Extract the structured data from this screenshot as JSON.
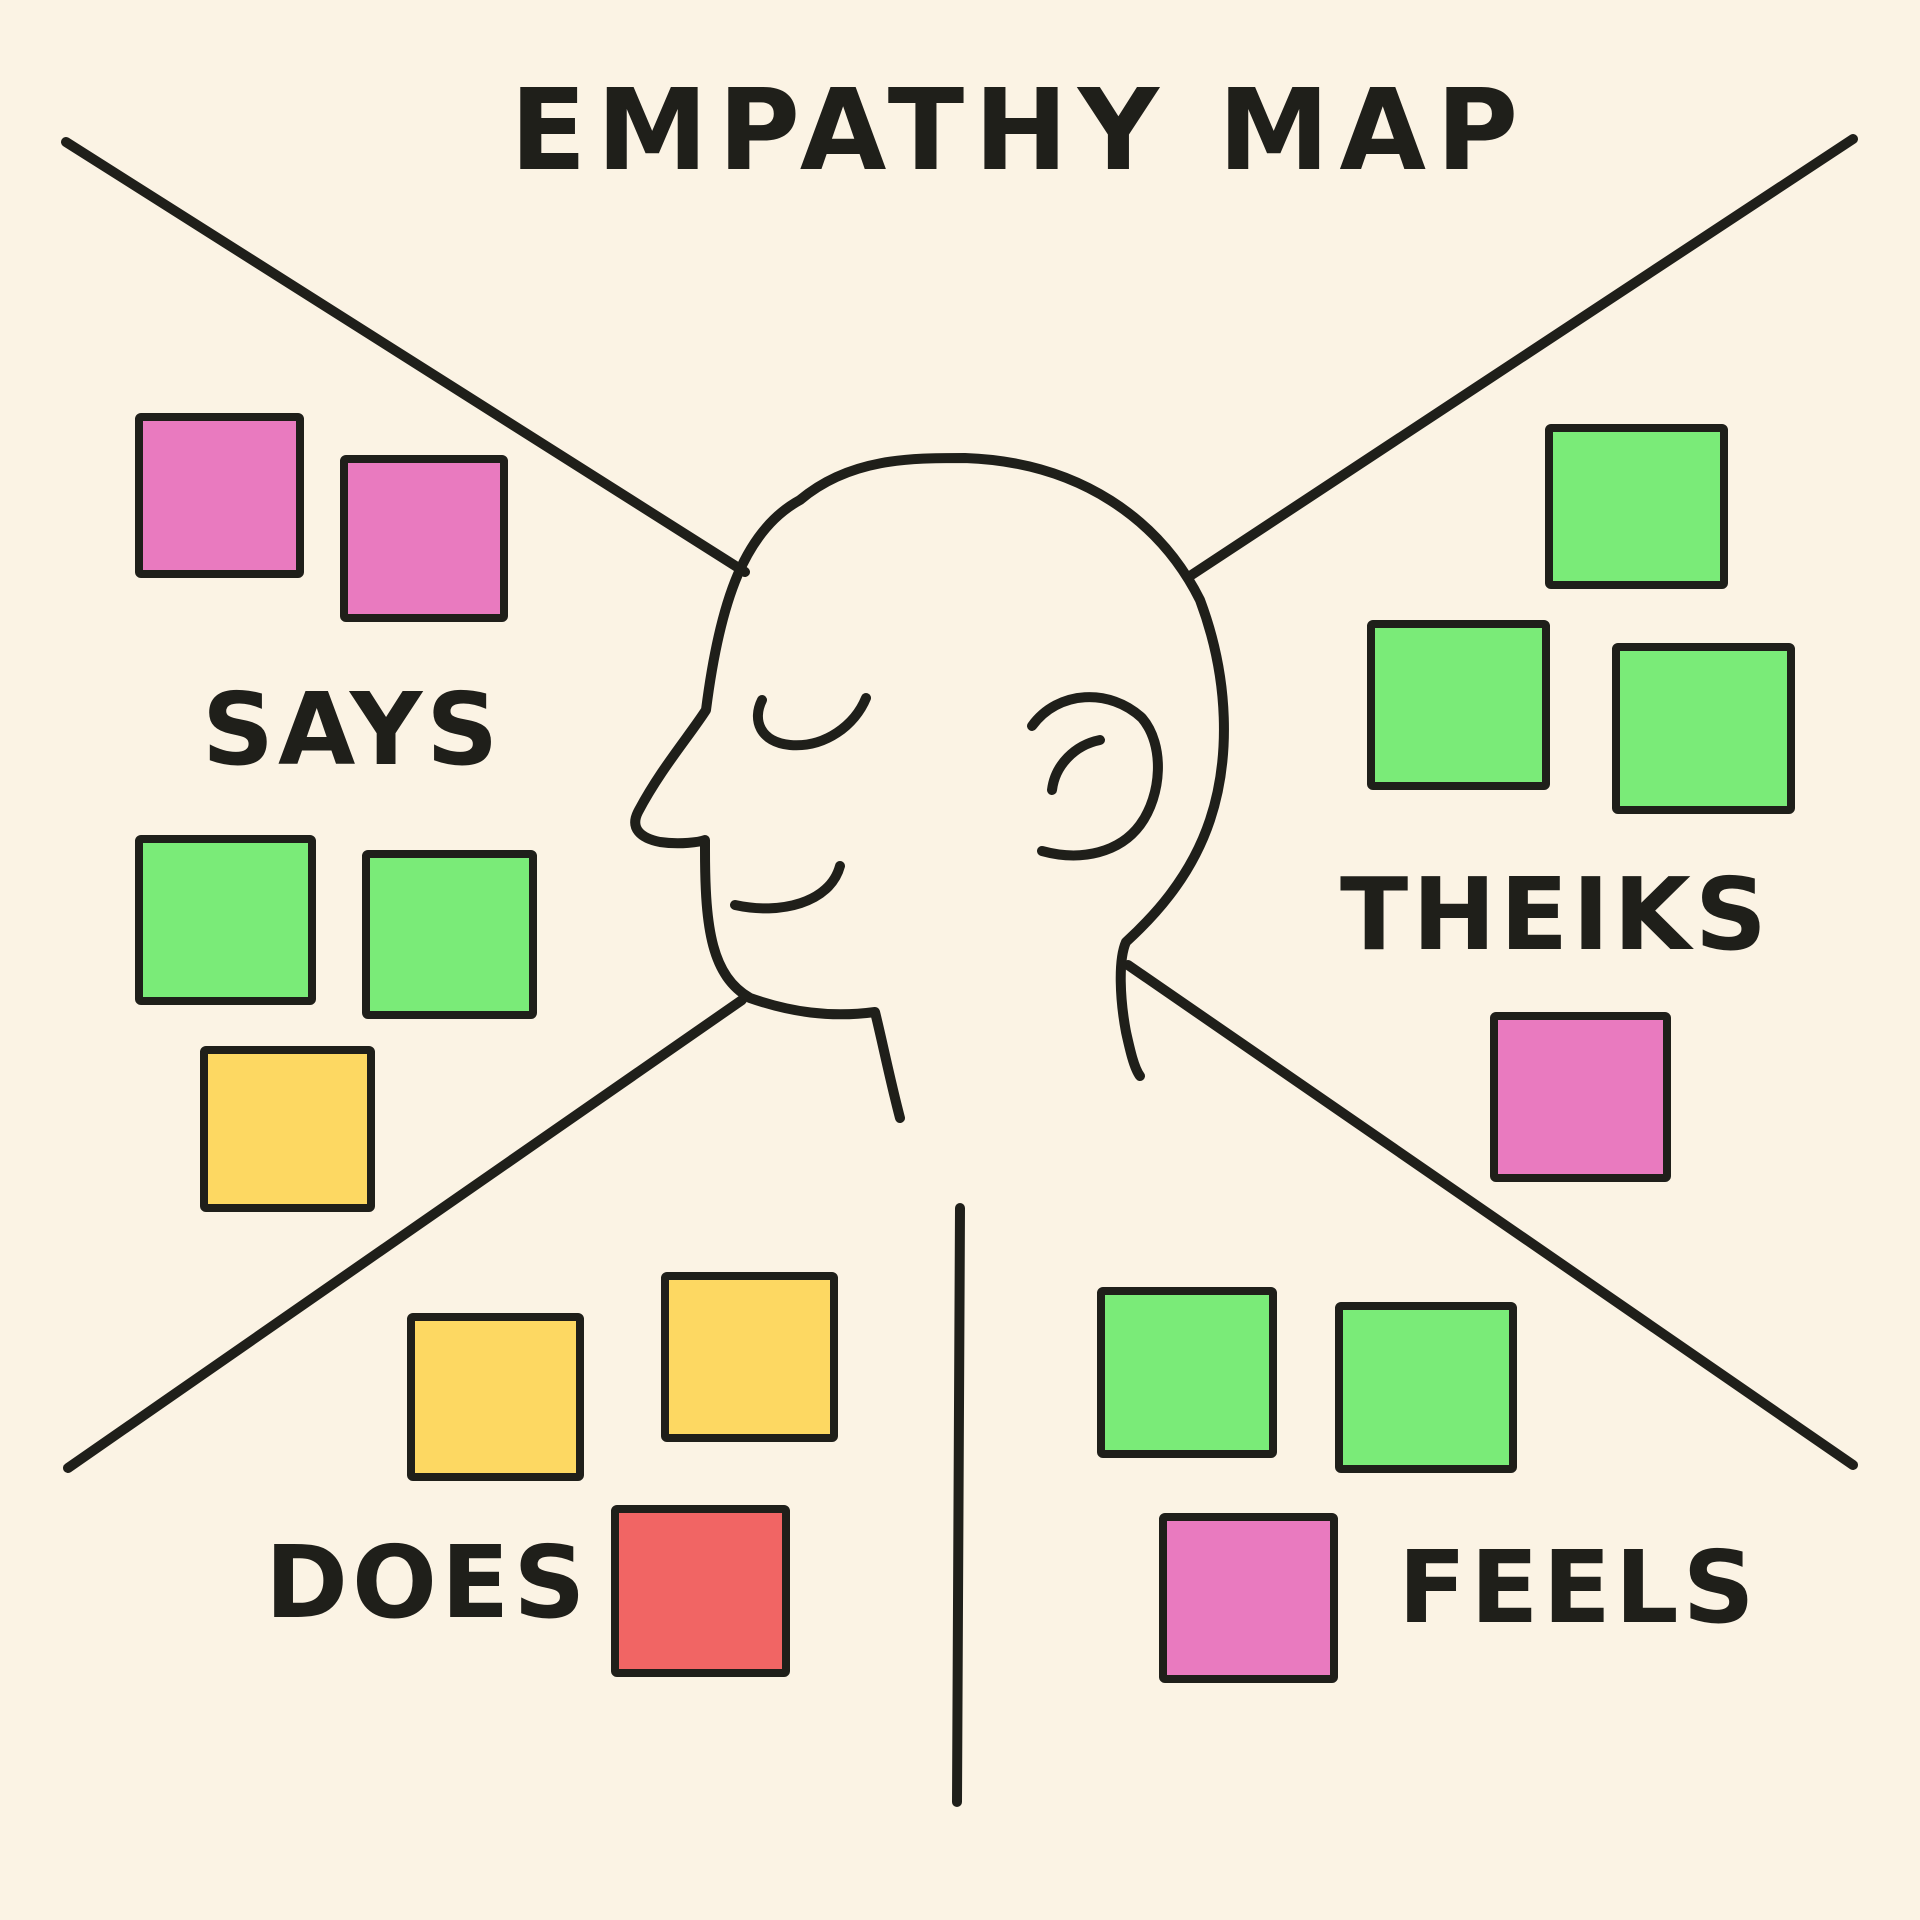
{
  "title": "EMPATHY MAP",
  "quadrants": {
    "says": "SAYS",
    "thinks": "THEIKS",
    "does": "DOES",
    "feels": "FEELS"
  },
  "colors": {
    "background": "#fbf3e4",
    "ink": "#1f1f1a",
    "pink": "#e97abf",
    "green": "#7aeb78",
    "yellow": "#fdd862",
    "red": "#f16564"
  },
  "sticky_notes": {
    "says": [
      "pink",
      "pink",
      "green",
      "green",
      "yellow"
    ],
    "thinks": [
      "green",
      "green",
      "green",
      "pink"
    ],
    "does": [
      "yellow",
      "yellow",
      "red"
    ],
    "feels": [
      "green",
      "green",
      "pink"
    ]
  }
}
